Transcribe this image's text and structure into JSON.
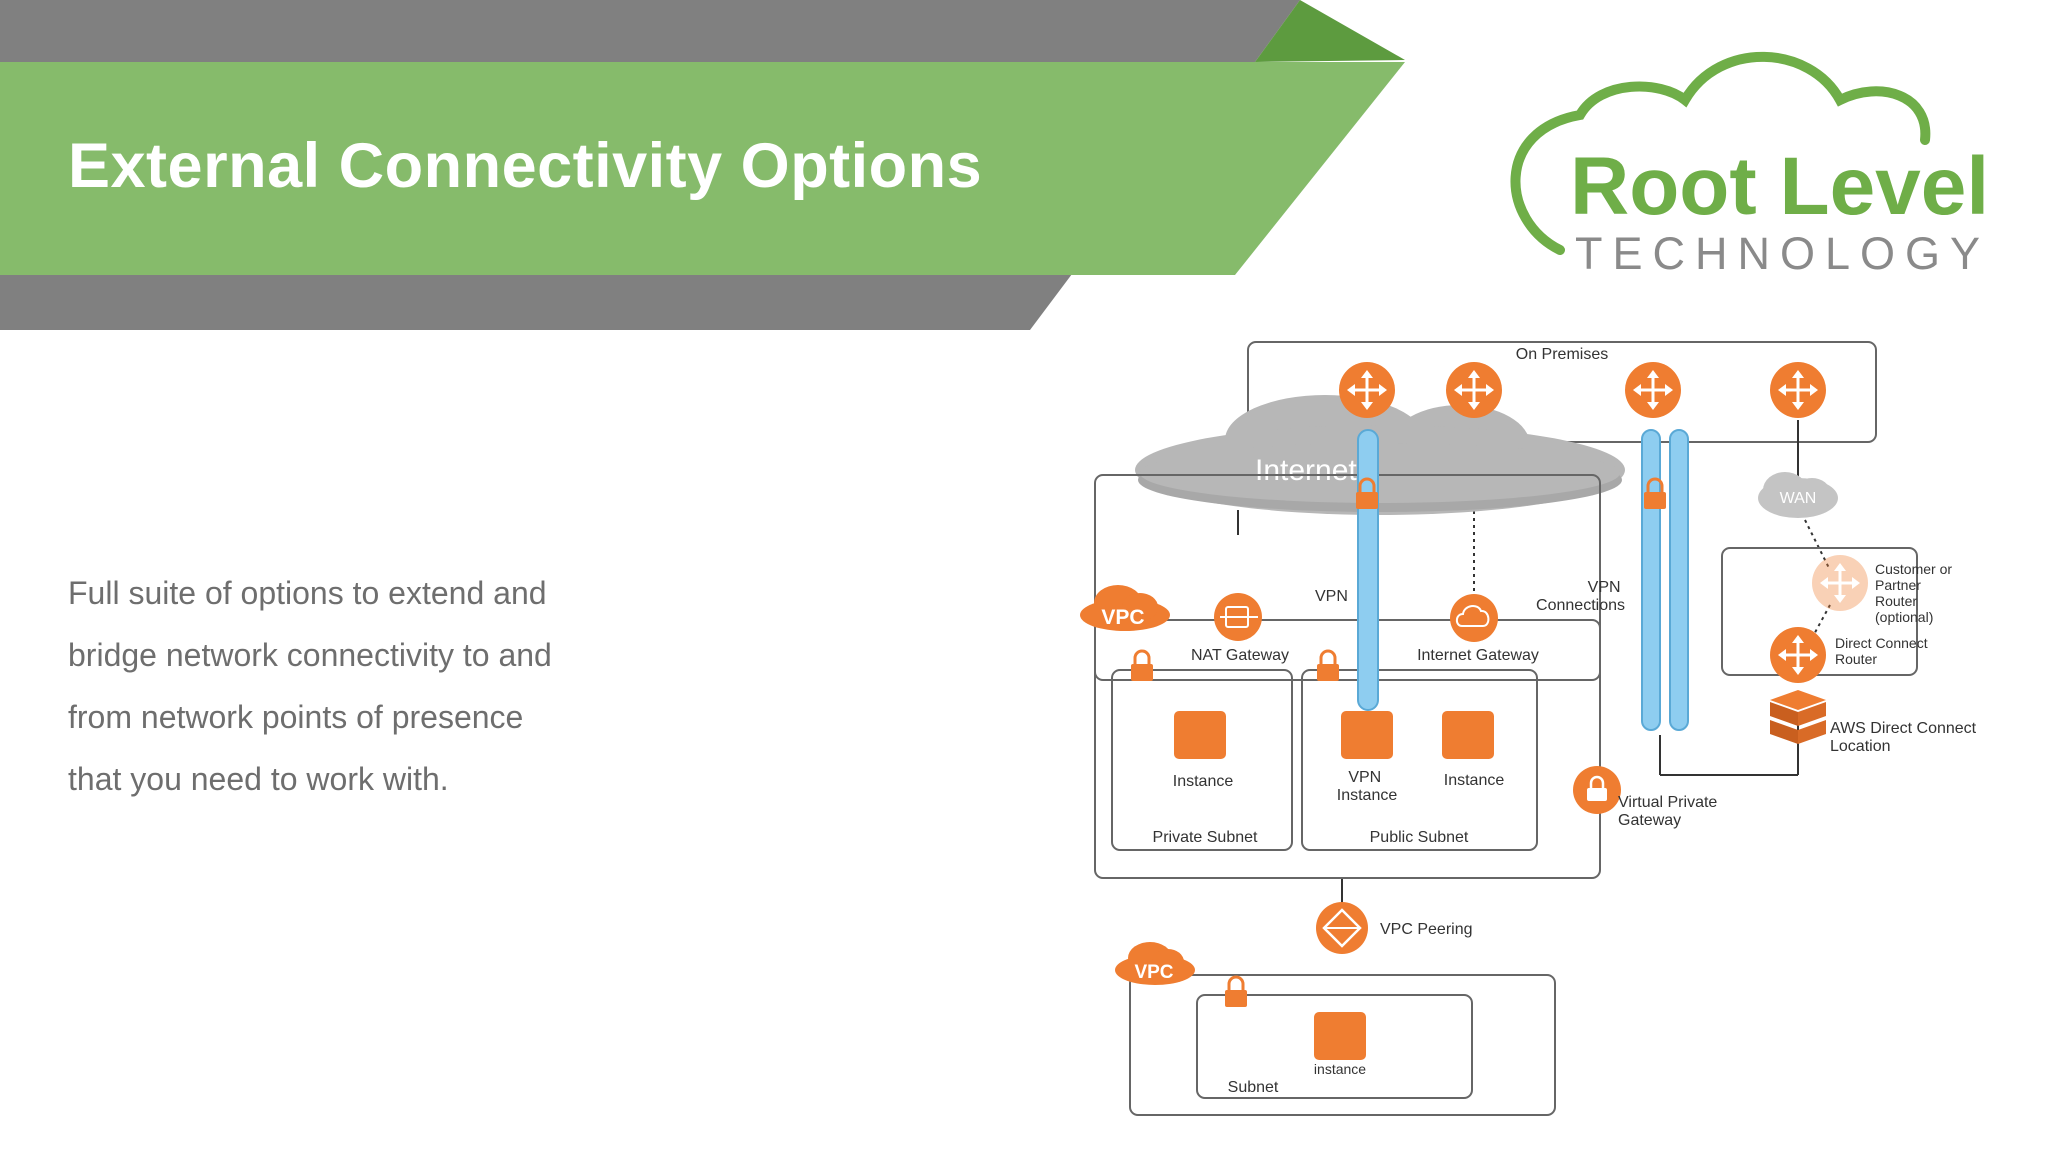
{
  "slide": {
    "title": "External Connectivity Options",
    "body_lines": [
      "Full suite of options to extend and",
      "bridge network connectivity to and",
      "from network points of presence",
      "that you need to work with."
    ]
  },
  "logo": {
    "name": "Root Level",
    "tagline": "TECHNOLOGY"
  },
  "colors": {
    "banner_green": "#86bb6b",
    "banner_gray": "#808080",
    "logo_green": "#6fae48",
    "aws_orange": "#ef7d31",
    "vpn_blue": "#8ecdf0",
    "cloud_gray": "#b7b7b7"
  },
  "diagram": {
    "on_premises": "On Premises",
    "internet": "Internet",
    "wan": "WAN",
    "vpc": "VPC",
    "vpn": "VPN",
    "vpn_connections": [
      "VPN",
      "Connections"
    ],
    "nat_gateway": "NAT Gateway",
    "internet_gateway": "Internet Gateway",
    "instance": "Instance",
    "vpn_instance": [
      "VPN",
      "Instance"
    ],
    "private_subnet": "Private Subnet",
    "public_subnet": "Public Subnet",
    "customer_router": [
      "Customer or",
      "Partner",
      "Router",
      "(optional)"
    ],
    "direct_connect_router": [
      "Direct Connect",
      "Router"
    ],
    "aws_direct_connect": [
      "AWS Direct Connect",
      "Location"
    ],
    "virtual_private_gateway": [
      "Virtual Private",
      "Gateway"
    ],
    "vpc_peering": "VPC Peering",
    "instance_lower": "instance",
    "subnet": "Subnet"
  }
}
